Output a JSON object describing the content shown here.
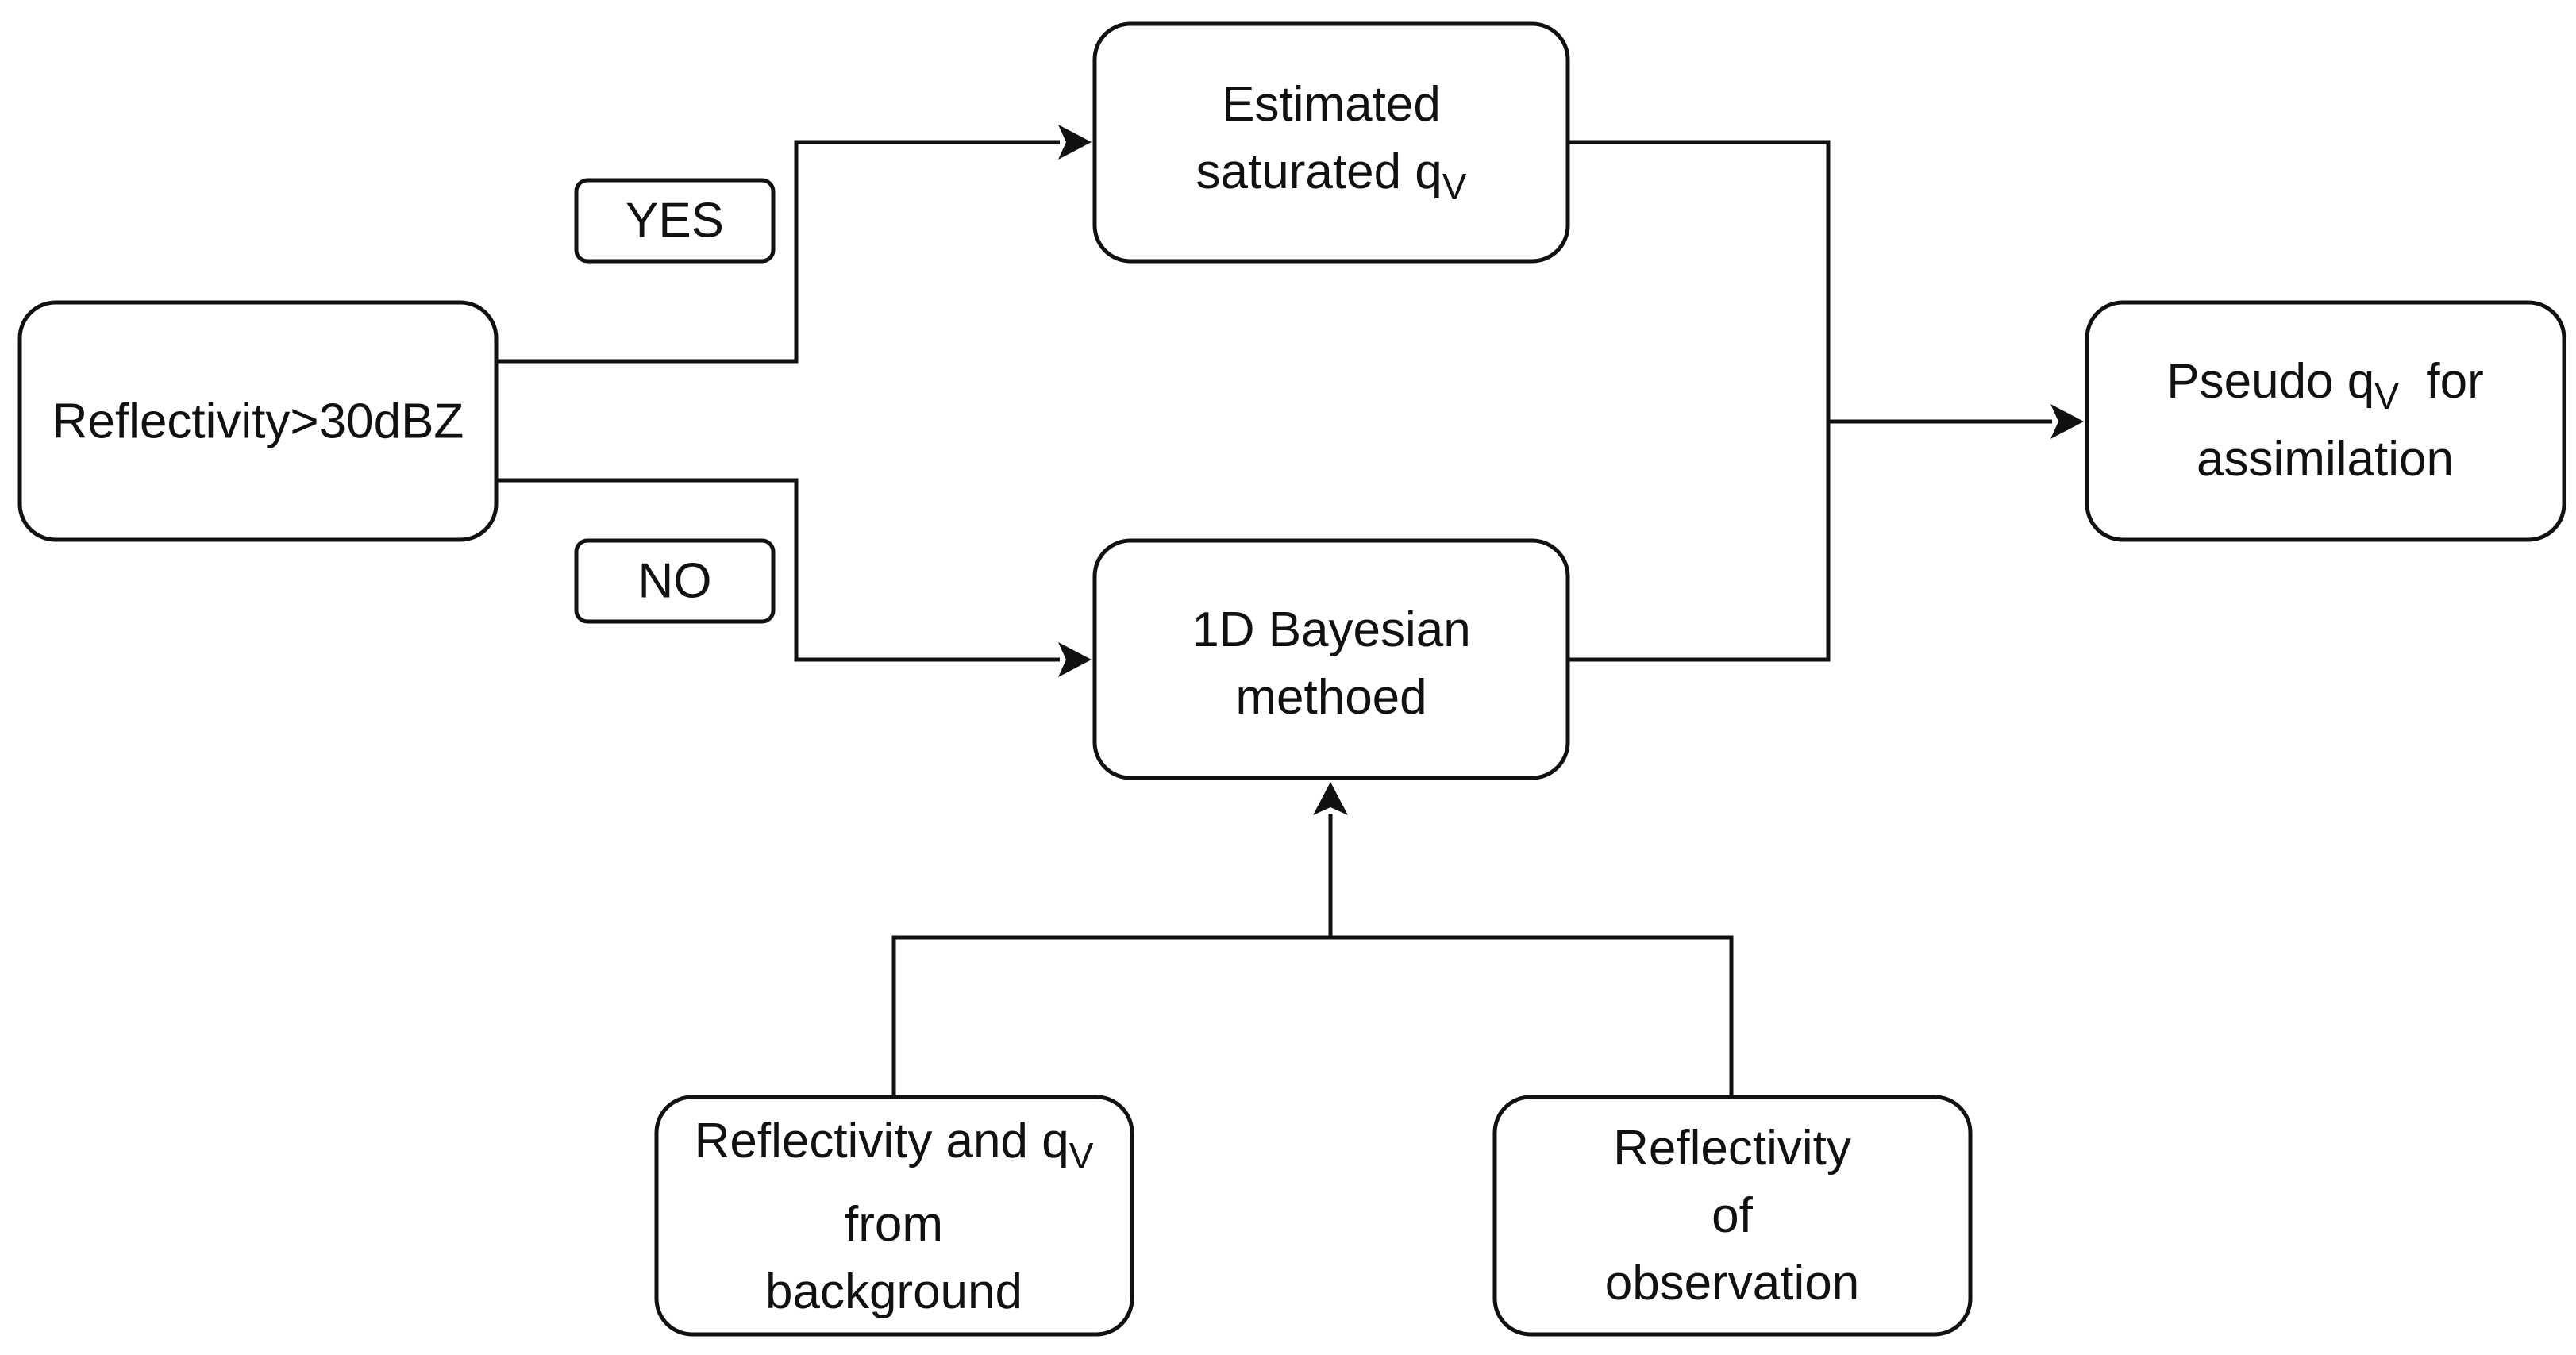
{
  "nodes": {
    "condition": {
      "text": "Reflectivity>30dBZ"
    },
    "saturated": {
      "line1": "Estimated",
      "line2_main": "saturated q",
      "line2_sub": "V"
    },
    "bayesian": {
      "line1": "1D Bayesian",
      "line2": "methoed"
    },
    "pseudo": {
      "line1_main": "Pseudo q",
      "line1_sub": "V",
      "line1_tail": "  for",
      "line2": "assimilation"
    },
    "background": {
      "line1_main": "Reflectivity and q",
      "line1_sub": "V",
      "line2": "from",
      "line3": "background"
    },
    "observation": {
      "line1": "Reflectivity",
      "line2": "of",
      "line3": "observation"
    }
  },
  "branch_labels": {
    "yes": "YES",
    "no": "NO"
  }
}
